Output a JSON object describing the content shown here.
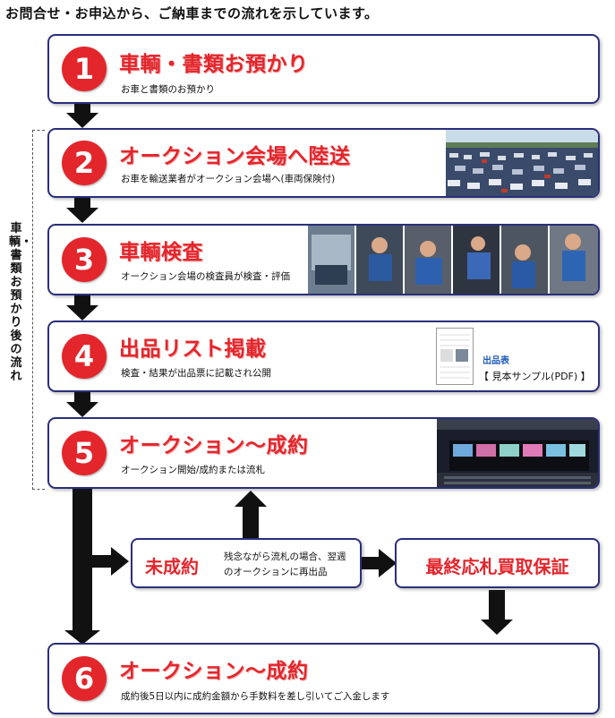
{
  "heading": "お問合せ・お申込から、ご納車までの流れを示しています。",
  "side_label": "車輌・書類お預かり後の流れ",
  "steps": [
    {
      "num": "1",
      "title": "車輌・書類お預かり",
      "subtitle": "お車と書類のお預かり"
    },
    {
      "num": "2",
      "title": "オークション会場へ陸送",
      "subtitle": "お車を輸送業者がオークション会場へ(車両保険付)"
    },
    {
      "num": "3",
      "title": "車輌検査",
      "subtitle": "オークション会場の検査員が検査・評価"
    },
    {
      "num": "4",
      "title": "出品リスト掲載",
      "subtitle": "検査・結果が出品票に記載され公開"
    },
    {
      "num": "5",
      "title": "オークション〜成約",
      "subtitle": "オークション開始/成約または流札"
    },
    {
      "num": "6",
      "title": "オークション〜成約",
      "subtitle": "成約後5日以内に成約金額から手数料を差し引いてご入金します"
    }
  ],
  "sample": {
    "label": "出品表",
    "link": "【 見本サンプル(PDF) 】"
  },
  "unsold": {
    "title": "未成約",
    "text_line1": "残念ながら流札の場合、翌週",
    "text_line2": "のオークションに再出品"
  },
  "guarantee": {
    "title": "最終応札買取保証"
  },
  "colors": {
    "accent": "#e3262c",
    "border": "#2a2f7a",
    "arrow": "#111111"
  }
}
